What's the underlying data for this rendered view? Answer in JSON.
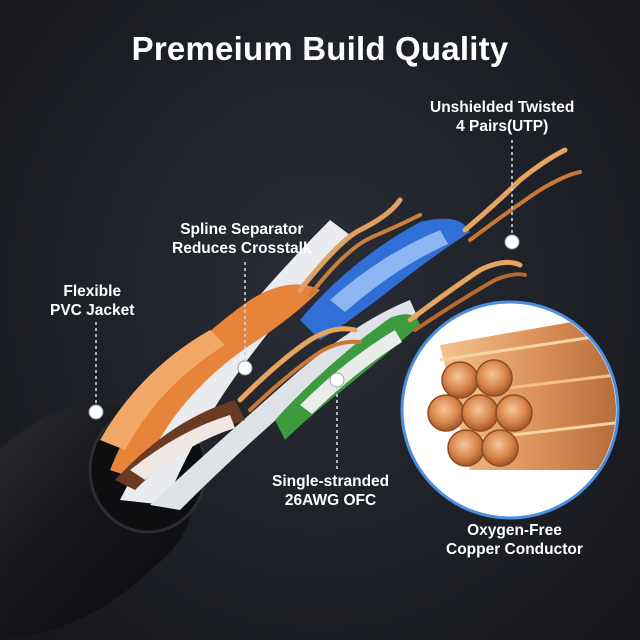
{
  "title": "Premeium Build Quality",
  "labels": {
    "utp": {
      "line1": "Unshielded Twisted",
      "line2": "4 Pairs(UTP)"
    },
    "spline": {
      "line1": "Spline Separator",
      "line2": "Reduces Crosstalk"
    },
    "jacket": {
      "line1": "Flexible",
      "line2": "PVC Jacket"
    },
    "conductor": {
      "line1": "Single-stranded",
      "line2": "26AWG OFC"
    },
    "copper": {
      "line1": "Oxygen-Free",
      "line2": "Copper Conductor"
    }
  },
  "colors": {
    "background": "#1e2027",
    "jacket": "#141518",
    "copper": "#d98a4f",
    "orange_wire": "#e8843a",
    "blue_wire": "#2f6fd6",
    "green_wire": "#3c9a3f",
    "brown_wire": "#6b3a22",
    "callout_line": "#cfd3da",
    "zoom_ring": "#4a8fe0"
  }
}
